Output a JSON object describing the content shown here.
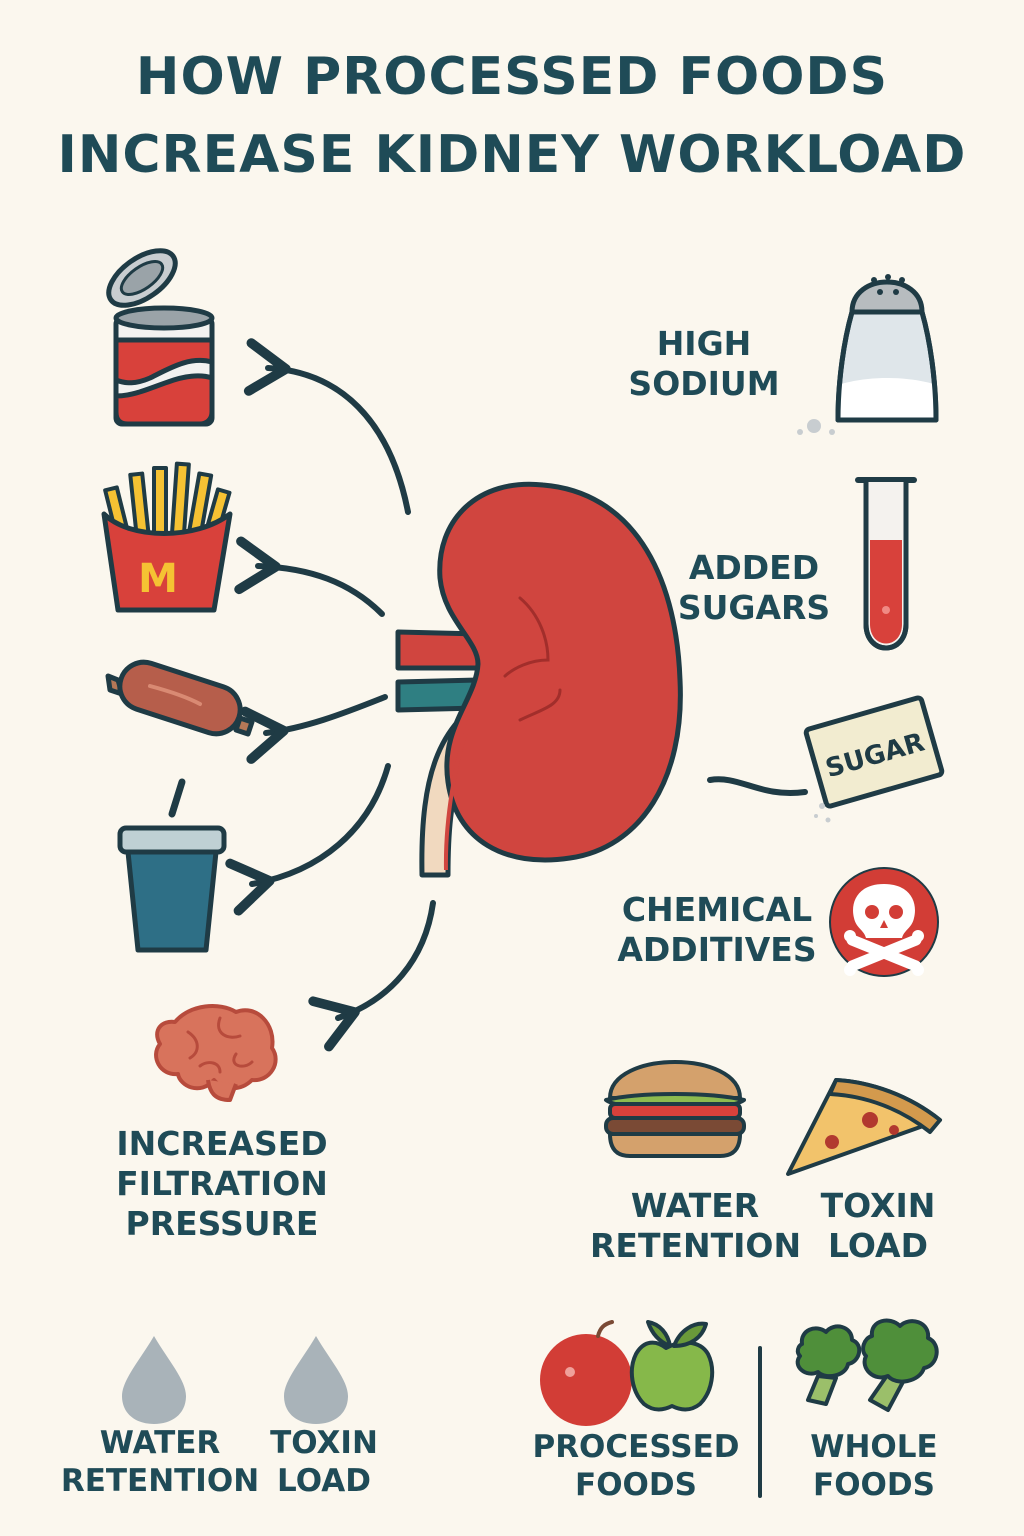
{
  "title": {
    "line1": "HOW PROCESSED FOODS",
    "line2": "INCREASE KIDNEY WORKLOAD"
  },
  "right_labels": {
    "high_sodium": [
      "HIGH",
      "SODIUM"
    ],
    "added_sugars": [
      "ADDED",
      "SUGARS"
    ],
    "chemical_additives": [
      "CHEMICAL",
      "ADDITIVES"
    ],
    "water_retention": [
      "WATER",
      "RETENTION"
    ],
    "toxin_load": [
      "TOXIN",
      "LOAD"
    ]
  },
  "left_labels": {
    "filtration": [
      "INCREASED",
      "FILTRATION",
      "PRESSURE"
    ]
  },
  "bottom_left": {
    "water_retention": [
      "WATER",
      "RETENTION"
    ],
    "toxin_load": [
      "TOXIN",
      "LOAD"
    ]
  },
  "bottom_right": {
    "processed": [
      "PROCESSED",
      "FOODS"
    ],
    "whole": [
      "WHOLE",
      "FOODS"
    ]
  },
  "packet_text": "SUGAR",
  "fries_logo": "M",
  "colors": {
    "text": "#1f4b57",
    "kidney": "#d0453f",
    "outline": "#1f3b45",
    "background": "#fbf7ee"
  },
  "icons": [
    "can-icon",
    "fries-icon",
    "sausage-icon",
    "soda-cup-icon",
    "brain-icon",
    "salt-shaker-icon",
    "test-tube-icon",
    "sugar-packet-icon",
    "skull-crossbones-icon",
    "burger-icon",
    "pizza-slice-icon",
    "water-drop-icon",
    "apple-icon",
    "broccoli-icon",
    "kidney-icon"
  ]
}
